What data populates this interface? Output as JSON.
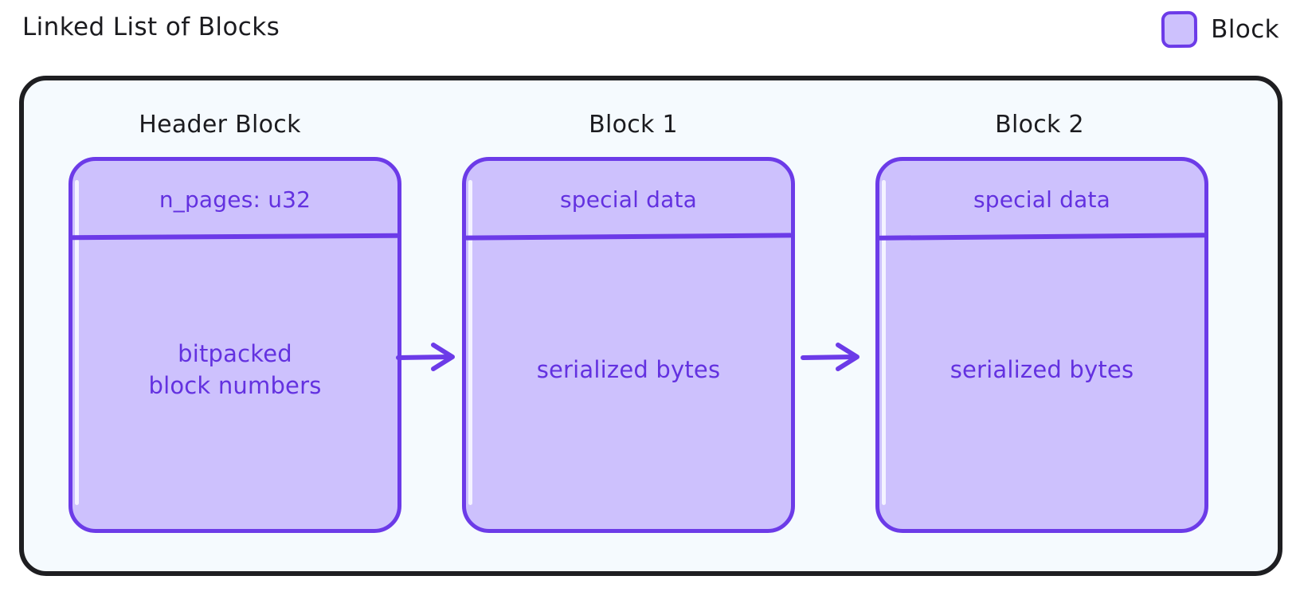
{
  "title": "Linked List of Blocks",
  "legend": {
    "swatch_icon": "block-swatch-icon",
    "label": "Block",
    "fill": "#CDC1FD",
    "stroke": "#6C3BE8"
  },
  "colors": {
    "block_fill": "#CDC1FD",
    "block_stroke": "#6C3BE8",
    "block_text": "#6331E0",
    "container_fill": "#F5FAFE",
    "container_stroke": "#1E1E21",
    "title_text": "#1b1b1f",
    "arrow": "#6C3BE8"
  },
  "blocks": [
    {
      "caption": "Header Block",
      "head_text": "n_pages: u32",
      "body_text": "bitpacked\nblock numbers",
      "body_line1": "bitpacked",
      "body_line2": "block numbers"
    },
    {
      "caption": "Block 1",
      "head_text": "special data",
      "body_text": "serialized bytes"
    },
    {
      "caption": "Block 2",
      "head_text": "special data",
      "body_text": "serialized bytes"
    }
  ],
  "connectors": [
    {
      "from": "Header Block",
      "to": "Block 1",
      "icon": "arrow-right-icon"
    },
    {
      "from": "Block 1",
      "to": "Block 2",
      "icon": "arrow-right-icon"
    }
  ]
}
